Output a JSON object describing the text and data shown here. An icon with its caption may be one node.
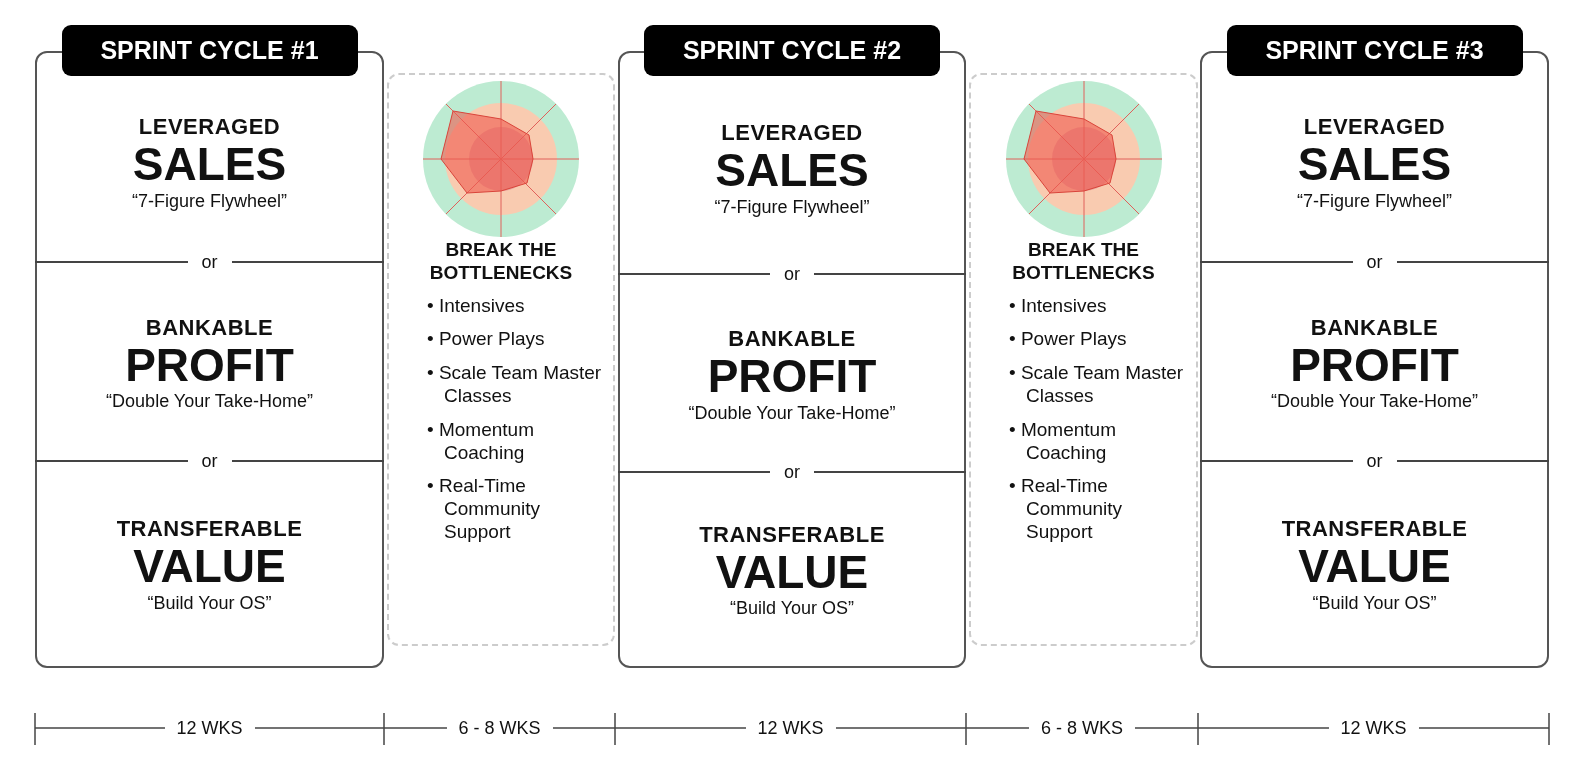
{
  "diagram": {
    "nodes": [
      {
        "text": [
          "SPRINT CYCLE #1"
        ]
      },
      {
        "text": [
          "LEVERAGED",
          "SALES",
          "“7-Figure Flywheel”"
        ],
        "in": 0
      },
      {
        "text": [
          "BANKABLE",
          "PROFIT",
          "“Double Your Take-Home”"
        ],
        "in": 0
      },
      {
        "text": [
          "TRANSFERABLE",
          "VALUE",
          "“Build Your OS”"
        ],
        "in": 0
      },
      {
        "text": [
          "BREAK THE BOTTLENECKS",
          "• Intensives",
          "• Power Plays",
          "• Scale Team Master Classes",
          "• Momentum Coaching",
          "• Real-Time Community Support"
        ]
      },
      {
        "text": [
          "SPRINT CYCLE #2"
        ]
      },
      {
        "text": [
          "LEVERAGED",
          "SALES",
          "“7-Figure Flywheel”"
        ],
        "in": 5
      },
      {
        "text": [
          "BANKABLE",
          "PROFIT",
          "“Double Your Take-Home”"
        ],
        "in": 5
      },
      {
        "text": [
          "TRANSFERABLE",
          "VALUE",
          "“Build Your OS”"
        ],
        "in": 5
      },
      {
        "text": [
          "BREAK THE BOTTLENECKS",
          "• Intensives",
          "• Power Plays",
          "• Scale Team Master Classes",
          "• Momentum Coaching",
          "• Real-Time Community Support"
        ]
      },
      {
        "text": [
          "SPRINT CYCLE #3"
        ]
      },
      {
        "text": [
          "LEVERAGED",
          "SALES",
          "“7-Figure Flywheel”"
        ],
        "in": 10
      },
      {
        "text": [
          "BANKABLE",
          "PROFIT",
          "“Double Your Take-Home”"
        ],
        "in": 10
      },
      {
        "text": [
          "TRANSFERABLE",
          "VALUE",
          "“Build Your OS”"
        ],
        "in": 10
      }
    ],
    "edges": [],
    "labels": [
      "or",
      "or",
      "or",
      "or",
      "or",
      "or",
      "12 WKS",
      "6 - 8 WKS",
      "12 WKS",
      "6 - 8 WKS",
      "12 WKS"
    ]
  }
}
